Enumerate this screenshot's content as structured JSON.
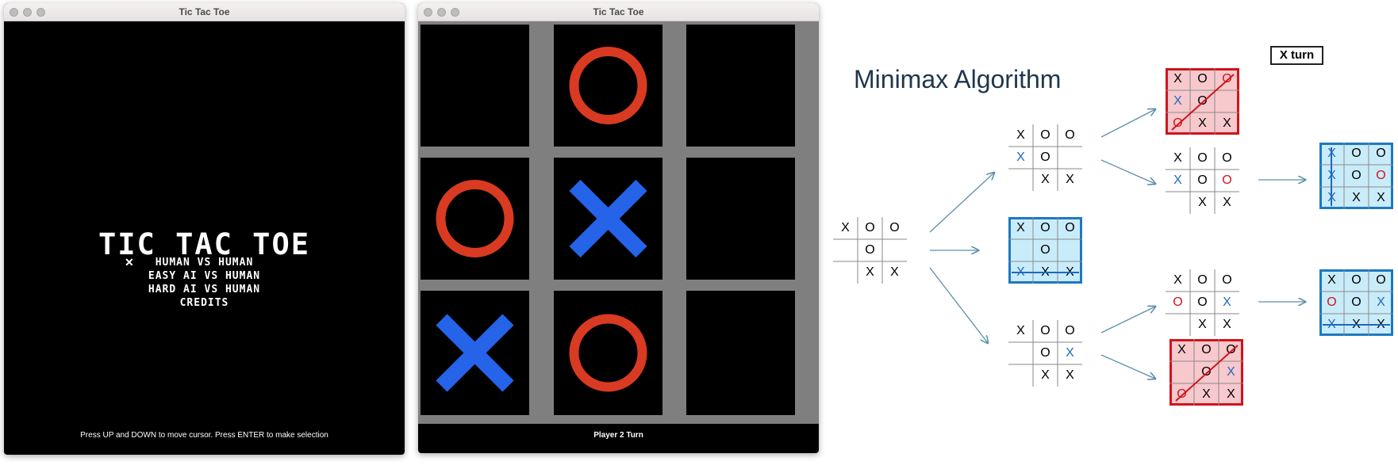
{
  "menu_window": {
    "title": "Tic Tac Toe",
    "game_title": "TIC TAC TOE",
    "cursor_glyph": "✕",
    "options": [
      "HUMAN VS HUMAN",
      "EASY AI VS HUMAN",
      "HARD AI VS HUMAN",
      "CREDITS"
    ],
    "hint": "Press UP and DOWN to move cursor. Press ENTER to make selection"
  },
  "game_window": {
    "title": "Tic Tac Toe",
    "board": [
      "",
      "O",
      "",
      "O",
      "X",
      "",
      "X",
      "O",
      ""
    ],
    "status": "Player 2 Turn",
    "colors": {
      "x": "#2563e8",
      "o": "#d93a22",
      "grid": "#7f7f7f"
    }
  },
  "diagram": {
    "title": "Minimax Algorithm",
    "turn_label": "X turn",
    "boards": {
      "root": [
        [
          "X",
          "O",
          "O"
        ],
        [
          "",
          "O",
          ""
        ],
        [
          "",
          "X",
          "X"
        ]
      ],
      "a": [
        [
          "X",
          "O",
          "O"
        ],
        [
          "X:b",
          "O",
          ""
        ],
        [
          "",
          "X",
          "X"
        ]
      ],
      "b": [
        [
          "X",
          "O",
          "O"
        ],
        [
          "",
          "O",
          ""
        ],
        [
          "X:b",
          "X",
          "X"
        ]
      ],
      "c": [
        [
          "X",
          "O",
          "O"
        ],
        [
          "",
          "O",
          "X:b"
        ],
        [
          "",
          "X",
          "X"
        ]
      ],
      "a1": [
        [
          "X",
          "O",
          "O:r"
        ],
        [
          "X:b",
          "O",
          ""
        ],
        [
          "O:r",
          "X",
          "X"
        ]
      ],
      "a2": [
        [
          "X",
          "O",
          "O"
        ],
        [
          "X:b",
          "O",
          "O:r"
        ],
        [
          "",
          "X",
          "X"
        ]
      ],
      "a2w": [
        [
          "X:b",
          "O",
          "O"
        ],
        [
          "X:b",
          "O",
          "O:r"
        ],
        [
          "X:b",
          "X",
          "X"
        ]
      ],
      "c1": [
        [
          "X",
          "O",
          "O"
        ],
        [
          "O:r",
          "O",
          "X:b"
        ],
        [
          "",
          "X",
          "X"
        ]
      ],
      "c1w": [
        [
          "X",
          "O",
          "O"
        ],
        [
          "O:r",
          "O",
          "X:b"
        ],
        [
          "X:b",
          "X",
          "X"
        ]
      ],
      "c2": [
        [
          "X",
          "O",
          "O"
        ],
        [
          "",
          "O",
          "X:b"
        ],
        [
          "O:r",
          "X",
          "X"
        ]
      ]
    }
  }
}
